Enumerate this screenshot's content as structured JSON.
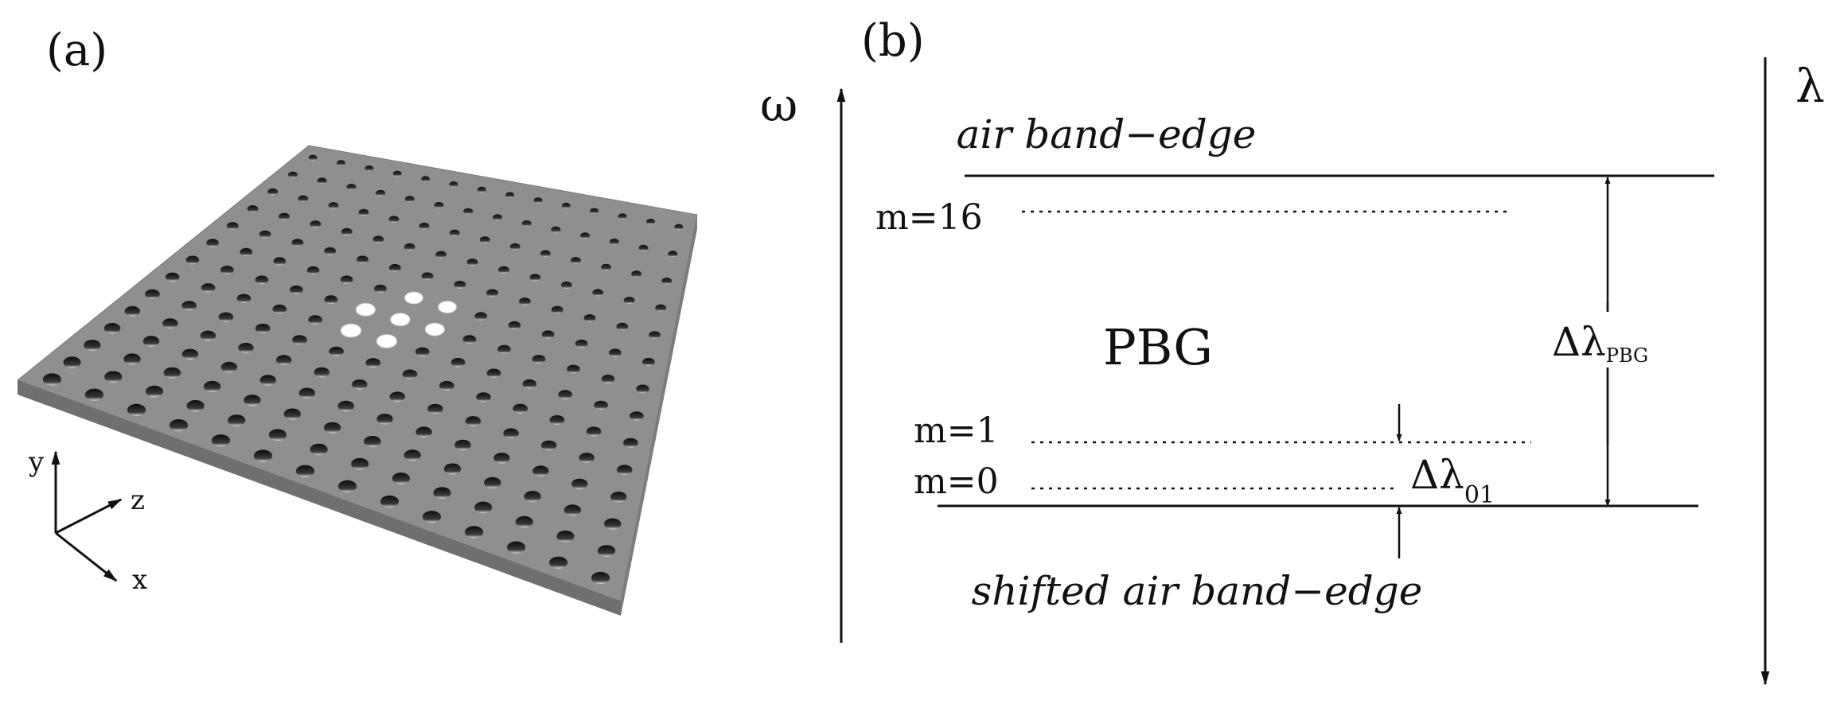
{
  "panel_a": {
    "label": "(a)",
    "axes": {
      "y": "y",
      "z": "z",
      "x": "x"
    },
    "colors": {
      "slab_top": "#8f8f8f",
      "slab_side": "#6f6f6f",
      "hole": "#1f1f1f",
      "defect_hole": "#ffffff"
    }
  },
  "panel_b": {
    "label": "(b)",
    "omega": "ω",
    "lambda": "λ",
    "air_band_edge": "air band−edge",
    "m16": "m=16",
    "pbg": "PBG",
    "m1": "m=1",
    "m0": "m=0",
    "delta_pbg_main": "Δλ",
    "delta_pbg_sub": "PBG",
    "delta_01_main": "Δλ",
    "delta_01_sub": "01",
    "shifted_edge": "shifted air band−edge"
  }
}
